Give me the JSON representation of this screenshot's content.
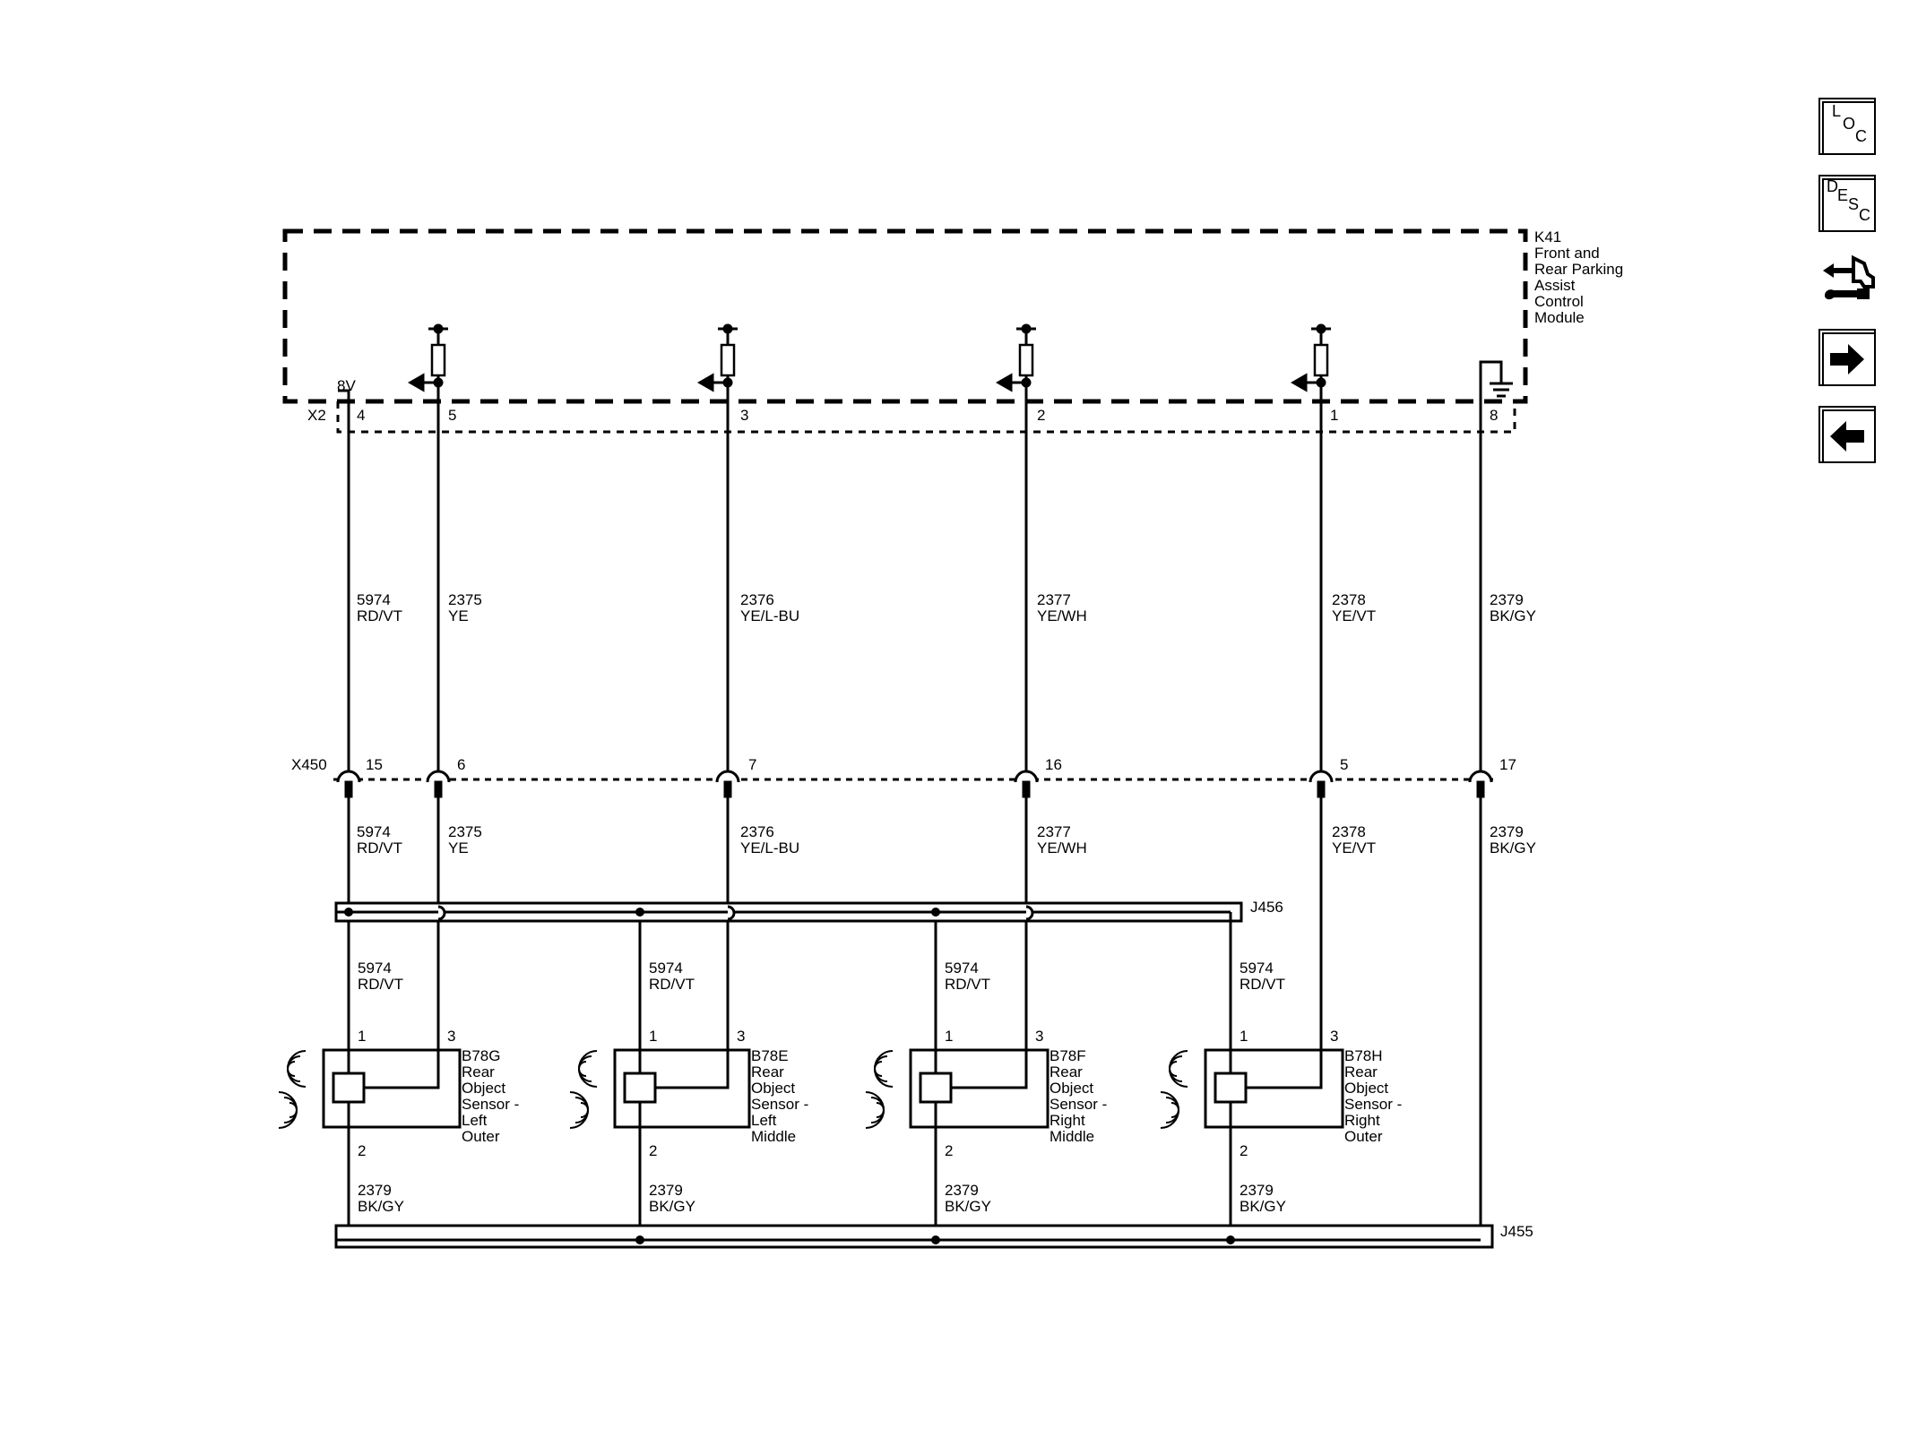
{
  "module": {
    "ref": "K41",
    "title_lines": [
      "Front and",
      "Rear Parking",
      "Assist",
      "Control",
      "Module"
    ],
    "voltage": "8V"
  },
  "connectors": {
    "x2": "X2",
    "x450": "X450",
    "j456": "J456",
    "j455": "J455"
  },
  "x2_pins": [
    "4",
    "5",
    "3",
    "2",
    "1",
    "8"
  ],
  "x450_pins": [
    "15",
    "6",
    "7",
    "16",
    "5",
    "17"
  ],
  "wires_upper": [
    {
      "circuit": "5974",
      "color": "RD/VT"
    },
    {
      "circuit": "2375",
      "color": "YE"
    },
    {
      "circuit": "2376",
      "color": "YE/L-BU"
    },
    {
      "circuit": "2377",
      "color": "YE/WH"
    },
    {
      "circuit": "2378",
      "color": "YE/VT"
    },
    {
      "circuit": "2379",
      "color": "BK/GY"
    }
  ],
  "wires_mid": [
    {
      "circuit": "5974",
      "color": "RD/VT"
    },
    {
      "circuit": "2375",
      "color": "YE"
    },
    {
      "circuit": "2376",
      "color": "YE/L-BU"
    },
    {
      "circuit": "2377",
      "color": "YE/WH"
    },
    {
      "circuit": "2378",
      "color": "YE/VT"
    },
    {
      "circuit": "2379",
      "color": "BK/GY"
    }
  ],
  "sensors": [
    {
      "ref": "B78G",
      "desc": [
        "Rear",
        "Object",
        "Sensor -",
        "Left",
        "Outer"
      ],
      "pin_top_left": "1",
      "pin_top_right": "3",
      "pin_bottom": "2",
      "supply": {
        "circuit": "5974",
        "color": "RD/VT"
      },
      "ground": {
        "circuit": "2379",
        "color": "BK/GY"
      }
    },
    {
      "ref": "B78E",
      "desc": [
        "Rear",
        "Object",
        "Sensor -",
        "Left",
        "Middle"
      ],
      "pin_top_left": "1",
      "pin_top_right": "3",
      "pin_bottom": "2",
      "supply": {
        "circuit": "5974",
        "color": "RD/VT"
      },
      "ground": {
        "circuit": "2379",
        "color": "BK/GY"
      }
    },
    {
      "ref": "B78F",
      "desc": [
        "Rear",
        "Object",
        "Sensor -",
        "Right",
        "Middle"
      ],
      "pin_top_left": "1",
      "pin_top_right": "3",
      "pin_bottom": "2",
      "supply": {
        "circuit": "5974",
        "color": "RD/VT"
      },
      "ground": {
        "circuit": "2379",
        "color": "BK/GY"
      }
    },
    {
      "ref": "B78H",
      "desc": [
        "Rear",
        "Object",
        "Sensor -",
        "Right",
        "Outer"
      ],
      "pin_top_left": "1",
      "pin_top_right": "3",
      "pin_bottom": "2",
      "supply": {
        "circuit": "5974",
        "color": "RD/VT"
      },
      "ground": {
        "circuit": "2379",
        "color": "BK/GY"
      }
    }
  ],
  "nav": {
    "loc": [
      "L",
      "O",
      "C"
    ],
    "desc": [
      "D",
      "E",
      "S",
      "C"
    ],
    "connector_icon": "connector-wrench-icon",
    "next_icon": "arrow-right-icon",
    "prev_icon": "arrow-left-icon"
  }
}
